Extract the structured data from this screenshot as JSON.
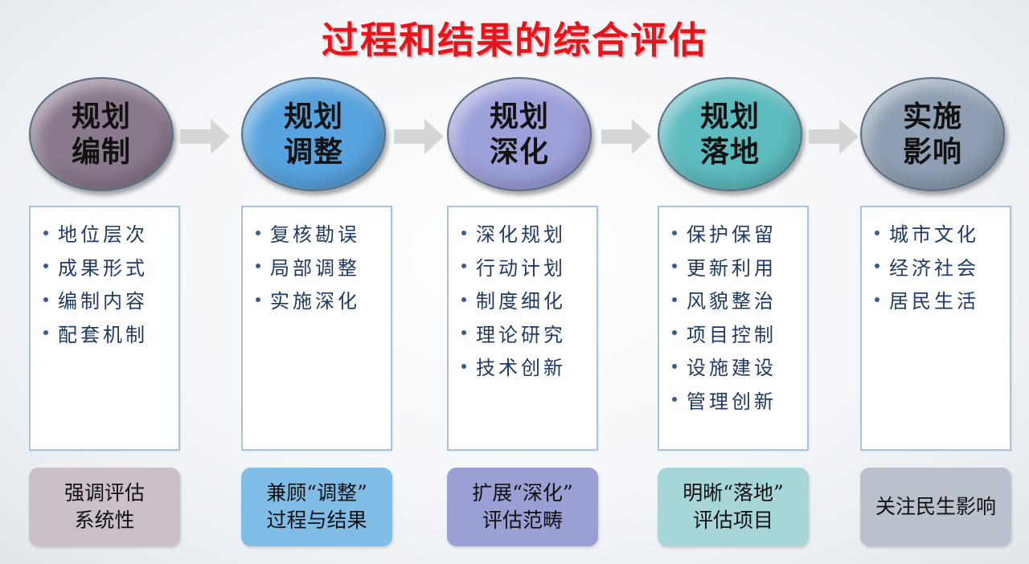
{
  "title": "过程和结果的综合评估",
  "colors": {
    "title": "#e8141c",
    "bullet_text": "#1f3a66",
    "arrow": "#d6d6d6"
  },
  "columns": [
    {
      "oval_line1": "规划",
      "oval_line2": "编制",
      "oval_color": "#8a788c",
      "items": [
        "地位层次",
        "成果形式",
        "编制内容",
        "配套机制"
      ],
      "note": "强调评估\n系统性",
      "note_color": "#cbbfca"
    },
    {
      "oval_line1": "规划",
      "oval_line2": "调整",
      "oval_color": "#58a3df",
      "items": [
        "复核勘误",
        "局部调整",
        "实施深化"
      ],
      "note": "兼顾“调整”\n过程与结果",
      "note_color": "#7fbde6"
    },
    {
      "oval_line1": "规划",
      "oval_line2": "深化",
      "oval_color": "#9ea0dc",
      "items": [
        "深化规划",
        "行动计划",
        "制度细化",
        "理论研究",
        "技术创新"
      ],
      "note": "扩展“深化”\n评估范畴",
      "note_color": "#9aa0d4"
    },
    {
      "oval_line1": "规划",
      "oval_line2": "落地",
      "oval_color": "#5dbcbf",
      "items": [
        "保护保留",
        "更新利用",
        "风貌整治",
        "项目控制",
        "设施建设",
        "管理创新"
      ],
      "note": "明晰“落地”\n评估项目",
      "note_color": "#a7d6d8"
    },
    {
      "oval_line1": "实施",
      "oval_line2": "影响",
      "oval_color": "#8e9fb3",
      "items": [
        "城市文化",
        "经济社会",
        "居民生活"
      ],
      "note": "关注民生影响",
      "note_color": "#b9c1cc"
    }
  ]
}
